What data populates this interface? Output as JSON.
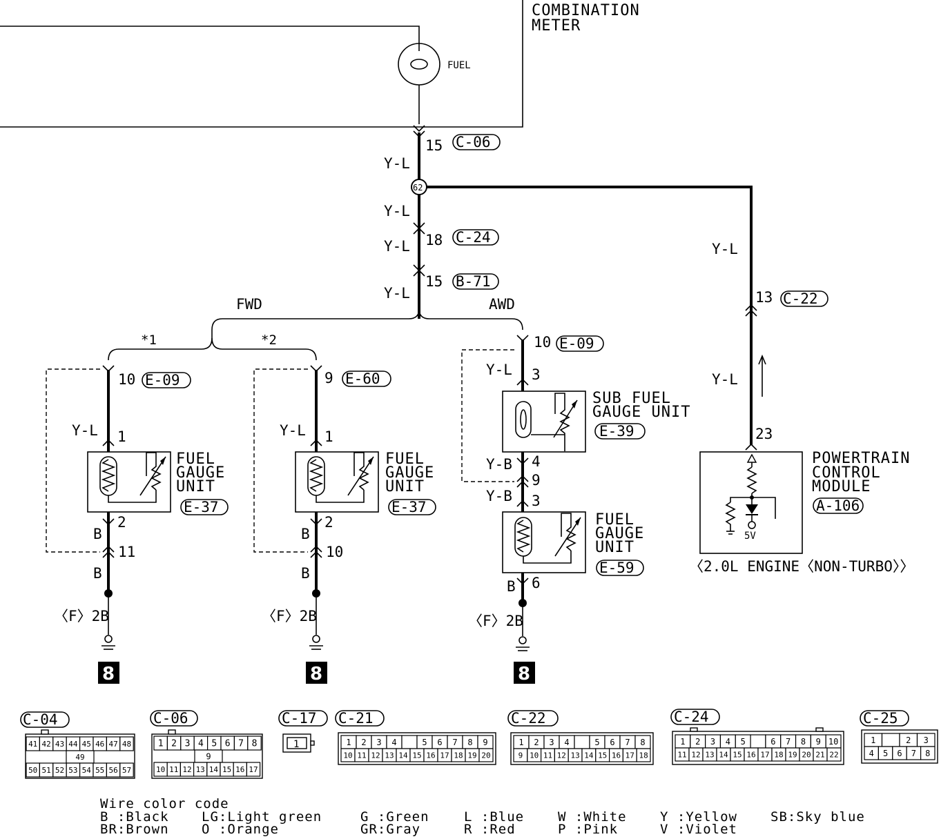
{
  "meter": {
    "title_line1": "COMBINATION",
    "title_line2": "METER",
    "gauge_label": "FUEL"
  },
  "splice": "62",
  "trunk": {
    "c06": {
      "pin": "15",
      "connector": "C-06"
    },
    "c24": {
      "pin": "18",
      "connector": "C-24"
    },
    "b71": {
      "pin": "15",
      "connector": "B-71"
    },
    "wire_labels": [
      "Y-L",
      "Y-L",
      "Y-L",
      "Y-L"
    ]
  },
  "branches": {
    "fwd": "FWD",
    "awd": "AWD",
    "star1": "*1",
    "star2": "*2"
  },
  "fwd1": {
    "top_pin": "10",
    "top_conn": "E-09",
    "wire_top": "Y-L",
    "unit_pin1": "1",
    "unit_line1": "FUEL",
    "unit_line2": "GAUGE",
    "unit_line3": "UNIT",
    "unit_conn": "E-37",
    "unit_pin2": "2",
    "wire_b1": "B",
    "bot_pin": "11",
    "wire_b2": "B",
    "ground_label": "〈F〉2B",
    "ground_num": "8"
  },
  "fwd2": {
    "top_pin": "9",
    "top_conn": "E-60",
    "wire_top": "Y-L",
    "unit_pin1": "1",
    "unit_line1": "FUEL",
    "unit_line2": "GAUGE",
    "unit_line3": "UNIT",
    "unit_conn": "E-37",
    "unit_pin2": "2",
    "wire_b1": "B",
    "bot_pin": "10",
    "wire_b2": "B",
    "ground_label": "〈F〉2B",
    "ground_num": "8"
  },
  "awd": {
    "top_pin": "10",
    "top_conn": "E-09",
    "wire_top": "Y-L",
    "sub_pin_top": "3",
    "sub_line1": "SUB FUEL",
    "sub_line2": "GAUGE UNIT",
    "sub_conn": "E-39",
    "sub_pin_bot": "4",
    "wire_yb1": "Y-B",
    "mid_pin": "9",
    "wire_yb2": "Y-B",
    "main_pin_top": "3",
    "main_line1": "FUEL",
    "main_line2": "GAUGE",
    "main_line3": "UNIT",
    "main_conn": "E-59",
    "wire_b": "B",
    "main_pin_bot": "6",
    "ground_label": "〈F〉2B",
    "ground_num": "8"
  },
  "pcm": {
    "wire_top": "Y-L",
    "pin_c22": "13",
    "conn_c22": "C-22",
    "wire_bot": "Y-L",
    "pin": "23",
    "title_line1": "POWERTRAIN",
    "title_line2": "CONTROL",
    "title_line3": "MODULE",
    "conn": "A-106",
    "voltage": "5V",
    "note": "〈2.0L ENGINE〈NON-TURBO〉〉"
  },
  "connectors": {
    "c04": {
      "name": "C-04",
      "top": [
        "41",
        "42",
        "43",
        "44",
        "45",
        "46",
        "47",
        "48"
      ],
      "middle": "49",
      "bottom": [
        "50",
        "51",
        "52",
        "53",
        "54",
        "55",
        "56",
        "57"
      ]
    },
    "c06": {
      "name": "C-06",
      "top": [
        "1",
        "2",
        "3",
        "4",
        "5",
        "6",
        "7",
        "8"
      ],
      "middle": "9",
      "bottom": [
        "10",
        "11",
        "12",
        "13",
        "14",
        "15",
        "16",
        "17"
      ]
    },
    "c17": {
      "name": "C-17",
      "pin": "1"
    },
    "c21": {
      "name": "C-21",
      "top_left": [
        "1",
        "2",
        "3",
        "4"
      ],
      "top_right": [
        "5",
        "6",
        "7",
        "8",
        "9"
      ],
      "bottom": [
        "10",
        "11",
        "12",
        "13",
        "14",
        "15",
        "16",
        "17",
        "18",
        "19",
        "20"
      ]
    },
    "c22": {
      "name": "C-22",
      "top_left": [
        "1",
        "2",
        "3",
        "4"
      ],
      "top_right": [
        "5",
        "6",
        "7",
        "8"
      ],
      "bottom": [
        "9",
        "10",
        "11",
        "12",
        "13",
        "14",
        "15",
        "16",
        "17",
        "18"
      ]
    },
    "c24": {
      "name": "C-24",
      "top_left": [
        "1",
        "2",
        "3",
        "4",
        "5"
      ],
      "top_right": [
        "6",
        "7",
        "8",
        "9",
        "10"
      ],
      "bottom": [
        "11",
        "12",
        "13",
        "14",
        "15",
        "16",
        "17",
        "18",
        "19",
        "20",
        "21",
        "22"
      ]
    },
    "c25": {
      "name": "C-25",
      "top_left": [
        "1"
      ],
      "top_right": [
        "2",
        "3"
      ],
      "bottom": [
        "4",
        "5",
        "6",
        "7",
        "8"
      ]
    }
  },
  "wire_color_code": {
    "heading": "Wire color code",
    "row1": [
      "B :Black",
      "LG:Light green",
      "G :Green",
      "L :Blue",
      "W :White",
      "Y :Yellow",
      "SB:Sky blue"
    ],
    "row2": [
      "BR:Brown",
      "O :Orange",
      "GR:Gray",
      "R :Red",
      "P :Pink",
      "V :Violet"
    ]
  }
}
